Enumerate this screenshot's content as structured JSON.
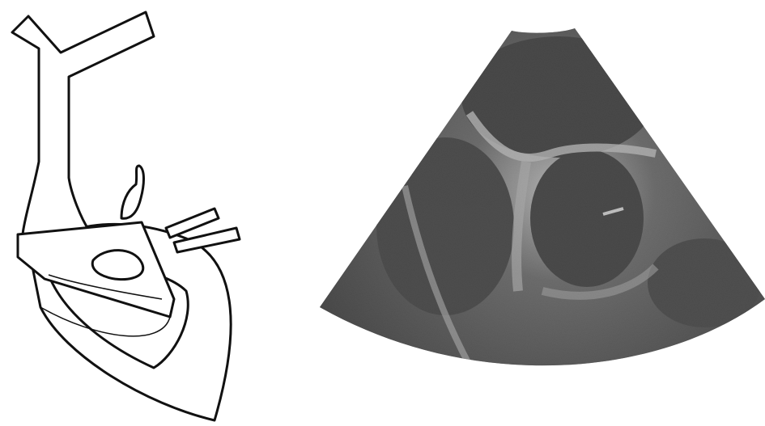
{
  "figure": {
    "panels": [
      {
        "id": "illustration",
        "kind": "line-drawing",
        "subject": "heart-anatomy-cross-section"
      },
      {
        "id": "echo",
        "kind": "grayscale-ultrasound-sector",
        "subject": "echocardiogram-view"
      }
    ],
    "colors": {
      "background": "#ffffff",
      "ink": "#111111",
      "echo_dark": "#141414",
      "echo_mid": "#5a5a5a",
      "echo_bright": "#e6e6e6"
    }
  }
}
